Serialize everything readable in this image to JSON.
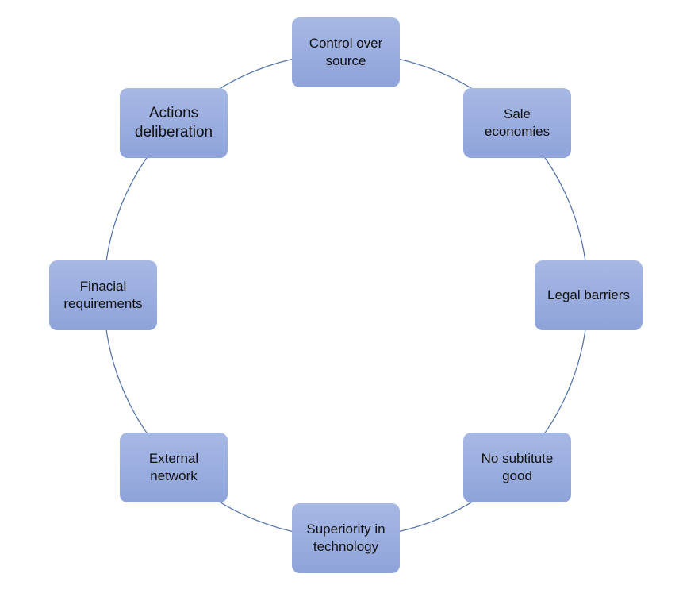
{
  "diagram": {
    "ring_color": "#4f6fa8",
    "node_color_top": "#a7b8e4",
    "node_color_bottom": "#8ea3da",
    "nodes": [
      {
        "label": "Control over\nsource"
      },
      {
        "label": "Sale\neconomies"
      },
      {
        "label": "Legal barriers"
      },
      {
        "label": "No subtitute\ngood"
      },
      {
        "label": "Superiority in\ntechnology"
      },
      {
        "label": "External\nnetwork"
      },
      {
        "label": "Finacial\nrequirements"
      },
      {
        "label": "Actions\ndeliberation"
      }
    ]
  }
}
